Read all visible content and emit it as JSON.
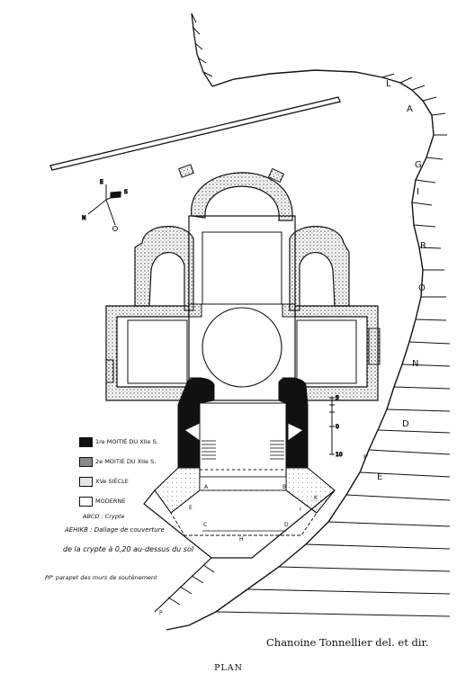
{
  "river_name_letters": [
    "L",
    "A",
    "G",
    "I",
    "R",
    "O",
    "N",
    "D",
    "E"
  ],
  "compass_labels": {
    "north": "N",
    "south": "S",
    "east": "E",
    "west": "O"
  },
  "scale_labels": [
    "5",
    "0",
    "10"
  ],
  "point_labels": {
    "A": "A",
    "B": "B",
    "C": "C",
    "D": "D",
    "E": "E",
    "H": "H",
    "I": "I",
    "K": "K",
    "P": "P",
    "P_prime": "P'"
  },
  "legend": {
    "items": [
      {
        "swatch": "#111111",
        "label": "1re MOITIÉ DU XIIe S."
      },
      {
        "swatch": "#8a8a8a",
        "label": "2e MOITIÉ DU XIIe S."
      },
      {
        "swatch": "#e6e6e6",
        "label": "XVe SIÈCLE"
      },
      {
        "swatch": "#ffffff",
        "label": "MODERNE"
      }
    ],
    "abcd": "ABCD : Crypte",
    "aehikb": "AEHIKB : Dallage de couverture",
    "crypt_line": "de la crypte à 0,20 au-dessus du sol",
    "parapet": "PP' parapet des murs de soutènement"
  },
  "credit": "Chanoine Tonnellier del. et dir.",
  "caption": "PLAN"
}
